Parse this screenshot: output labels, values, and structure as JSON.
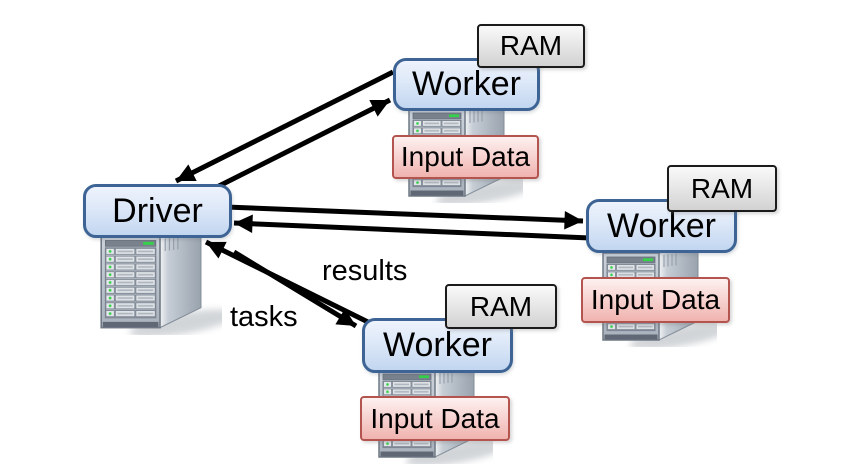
{
  "diagram": {
    "type": "cluster-architecture",
    "background": "#ffffff"
  },
  "driver": {
    "label": "Driver",
    "icon": "server-icon"
  },
  "workers": [
    {
      "position": "top",
      "label": "Worker",
      "ram_label": "RAM",
      "input_label": "Input Data",
      "icon": "server-icon"
    },
    {
      "position": "right",
      "label": "Worker",
      "ram_label": "RAM",
      "input_label": "Input Data",
      "icon": "server-icon"
    },
    {
      "position": "bottom",
      "label": "Worker",
      "ram_label": "RAM",
      "input_label": "Input Data",
      "icon": "server-icon"
    }
  ],
  "edge_labels": {
    "tasks": "tasks",
    "results": "results"
  },
  "edges": [
    {
      "from": "driver",
      "to": "worker-top"
    },
    {
      "from": "worker-top",
      "to": "driver"
    },
    {
      "from": "driver",
      "to": "worker-right"
    },
    {
      "from": "worker-right",
      "to": "driver"
    },
    {
      "from": "driver",
      "to": "worker-bottom",
      "label": "tasks"
    },
    {
      "from": "worker-bottom",
      "to": "driver",
      "label": "results"
    }
  ],
  "colors": {
    "node_border": "#3d6494",
    "node_fill_top": "#eef3fc",
    "node_fill_bottom": "#c2d6f0",
    "ram_border": "#1b1b1b",
    "ram_fill_top": "#f9f9f9",
    "ram_fill_bottom": "#d2d2d2",
    "input_border": "#b3544f",
    "input_fill_top": "#fdf1f0",
    "input_fill_bottom": "#f0b3af",
    "arrow": "#000000",
    "led_green": "#35d24a"
  }
}
